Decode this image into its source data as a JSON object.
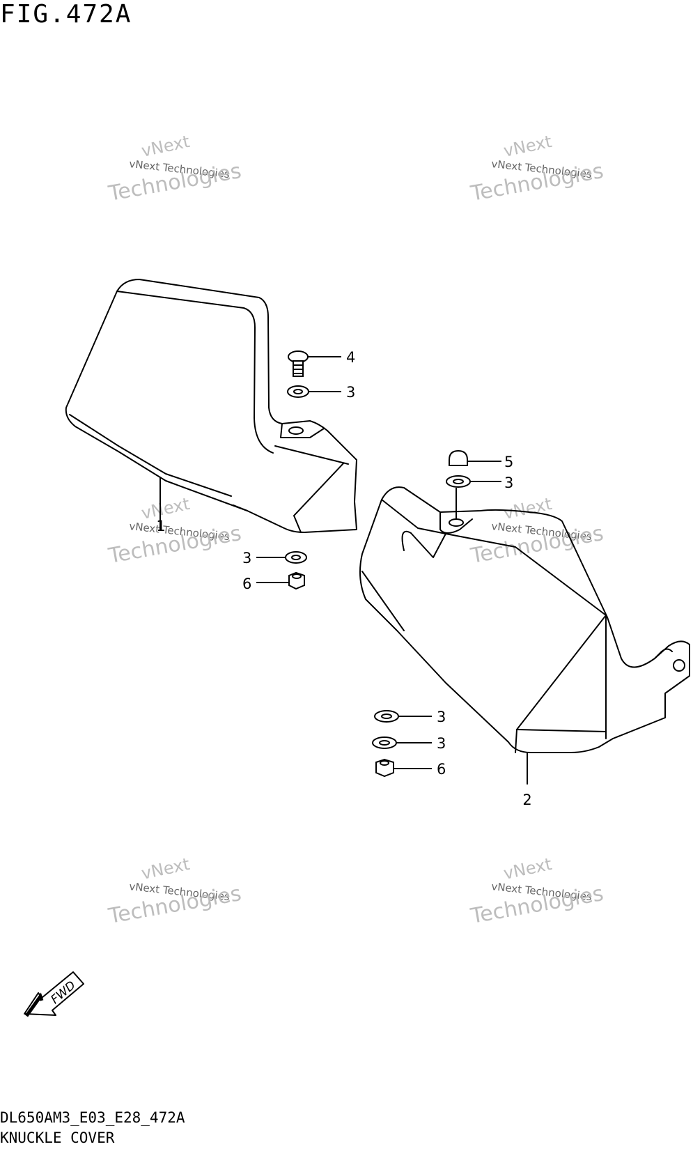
{
  "figure": {
    "title": "FIG.472A",
    "code": "DL650AM3_E03_E28_472A",
    "caption": "KNUCKLE COVER"
  },
  "watermark": {
    "line1": "vNext",
    "line2": "vNext Technologies",
    "line3": "Technologies"
  },
  "fwd_label": "FWD",
  "callouts": {
    "part_1": "1",
    "part_2": "2",
    "bolt_4": "4",
    "washer_3_top_left": "3",
    "washer_3_bottom_left": "3",
    "nut_6_left": "6",
    "cap_nut_5": "5",
    "washer_3_top_right": "3",
    "washer_3_lower_right_a": "3",
    "washer_3_lower_right_b": "3",
    "nut_6_right": "6"
  }
}
